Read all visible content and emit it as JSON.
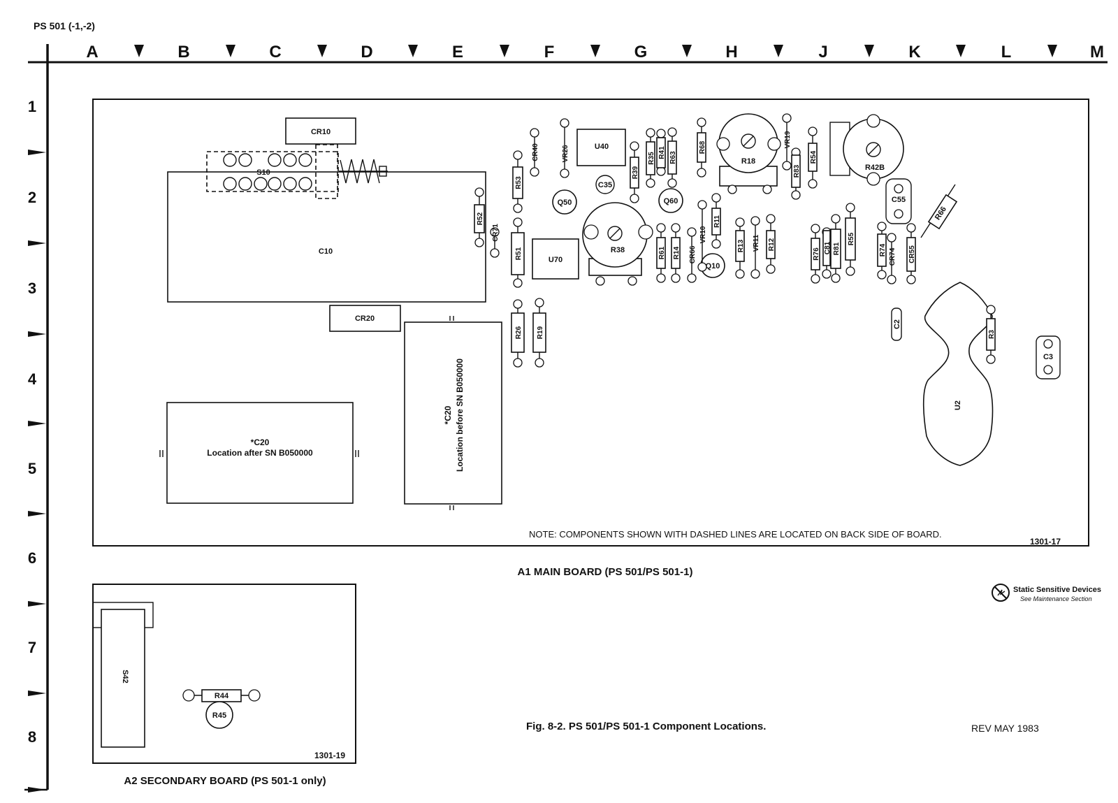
{
  "page_header": "PS 501 (-1,-2)",
  "grid": {
    "columns": [
      "A",
      "B",
      "C",
      "D",
      "E",
      "F",
      "G",
      "H",
      "J",
      "K",
      "L",
      "M"
    ],
    "rows": [
      "1",
      "2",
      "3",
      "4",
      "5",
      "6",
      "7",
      "8"
    ]
  },
  "main_board": {
    "caption": "A1 MAIN BOARD (PS 501/PS 501-1)",
    "figure_number": "1301-17",
    "note": "NOTE:  COMPONENTS SHOWN WITH DASHED LINES ARE LOCATED ON BACK SIDE OF BOARD.",
    "c20_after": {
      "ref": "*C20",
      "text": "Location after SN B050000"
    },
    "c20_before": {
      "ref": "*C20",
      "text": "Location before SN B050000"
    },
    "components": {
      "CR10": "CR10",
      "S10": "S10",
      "C10": "C10",
      "CR20": "CR20",
      "R52": "R52",
      "CR71": "CR71",
      "R53": "R53",
      "CR40": "CR40",
      "VR26": "VR26",
      "U40": "U40",
      "C35": "C35",
      "Q50": "Q50",
      "R39": "R39",
      "R35": "R35",
      "R41": "R41",
      "R63": "R63",
      "Q60": "Q60",
      "R68": "R68",
      "R18": "R18",
      "VR19": "VR19",
      "R83": "R83",
      "R54": "R54",
      "R42B": "R42B",
      "C55": "C55",
      "R66": "R66",
      "R51": "R51",
      "U70": "U70",
      "R38": "R38",
      "R61": "R61",
      "R14": "R14",
      "CR66": "CR66",
      "VR10": "VR10",
      "R11": "R11",
      "Q10": "Q10",
      "R13": "R13",
      "VR11": "VR11",
      "R12": "R12",
      "R76": "R76",
      "C81": "C81",
      "R81": "R81",
      "R55": "R55",
      "R74": "R74",
      "CR74": "CR74",
      "CR55": "CR55",
      "R26": "R26",
      "R19": "R19",
      "C2": "C2",
      "R3": "R3",
      "C3": "C3",
      "U2": "U2"
    }
  },
  "secondary_board": {
    "caption": "A2 SECONDARY BOARD  (PS 501-1 only)",
    "figure_number": "1301-19",
    "components": {
      "S42": "S42",
      "R44": "R44",
      "R45": "R45"
    }
  },
  "static_notice": {
    "title": "Static Sensitive Devices",
    "subtitle": "See Maintenance Section"
  },
  "figure_caption": "Fig. 8-2.  PS 501/PS 501-1 Component Locations.",
  "revision": "REV MAY 1983"
}
